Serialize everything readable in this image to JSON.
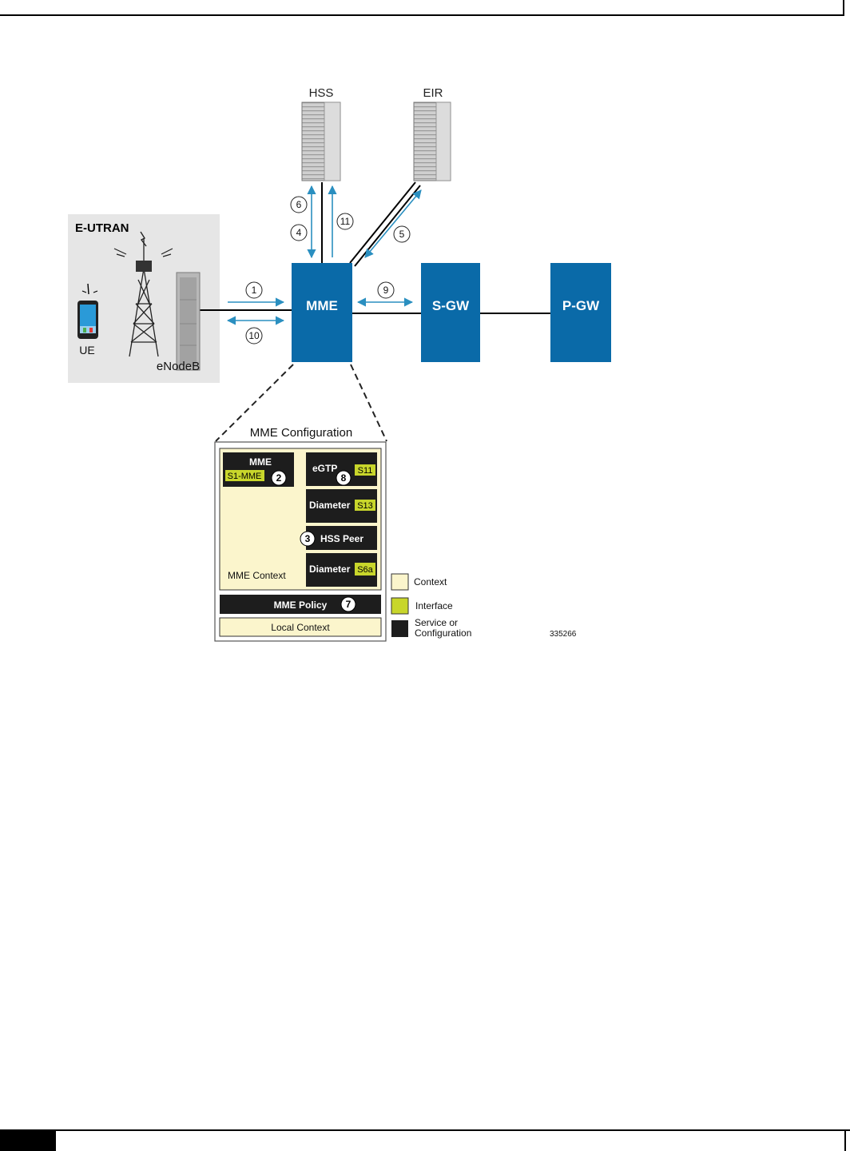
{
  "diagram": {
    "nodes": {
      "hss": "HSS",
      "eir": "EIR",
      "eutran": "E-UTRAN",
      "ue": "UE",
      "enodeb": "eNodeB",
      "mme": "MME",
      "sgw": "S-GW",
      "pgw": "P-GW"
    },
    "steps": {
      "s1": "1",
      "s4": "4",
      "s5": "5",
      "s6": "6",
      "s9": "9",
      "s10": "10",
      "s11": "11"
    },
    "config": {
      "title": "MME Configuration",
      "mme_box": "MME",
      "s1mme": "S1-MME",
      "egtp": "eGTP",
      "s11": "S11",
      "diameter1": "Diameter",
      "s13": "S13",
      "hss_peer": "HSS Peer",
      "diameter2": "Diameter",
      "s6a": "S6a",
      "mme_context": "MME Context",
      "mme_policy": "MME Policy",
      "local_context": "Local Context",
      "badge2": "2",
      "badge3": "3",
      "badge7": "7",
      "badge8": "8"
    },
    "legend": {
      "context": "Context",
      "interface": "Interface",
      "service_line1": "Service or",
      "service_line2": "Configuration"
    },
    "figure_id": "335266"
  },
  "colors": {
    "node_blue": "#0a6aa8",
    "arrow_blue": "#2a8fc0",
    "context_yellow": "#fbf5cc",
    "interface_green": "#c8d62b",
    "eutran_bg": "#e6e6e6"
  }
}
